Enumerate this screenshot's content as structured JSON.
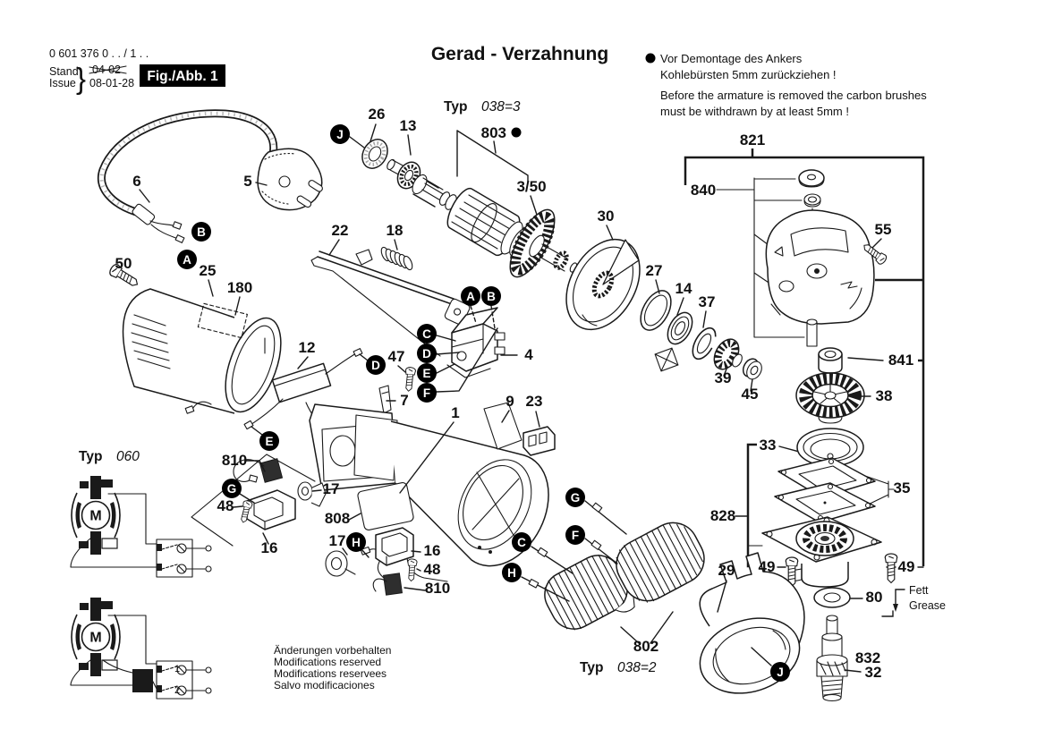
{
  "header": {
    "part_number": "0 601 376 0 . . / 1 . .",
    "stand_label": "Stand",
    "stand_value": "04-02",
    "issue_label": "Issue",
    "issue_value": "08-01-28",
    "brace": "}",
    "fig_label": "Fig./Abb. 1",
    "title": "Gerad - Verzahnung"
  },
  "note": {
    "de1": "Vor Demontage des Ankers",
    "de2": "Kohlebürsten 5mm zurückziehen !",
    "en1": "Before the armature is removed the carbon brushes",
    "en2": "must be withdrawn by at least 5mm !"
  },
  "footer": {
    "l1": "Änderungen vorbehalten",
    "l2": "Modifications reserved",
    "l3": "Modifications reservees",
    "l4": "Salvo modificaciones"
  },
  "typ": {
    "label": "Typ",
    "v060": "060",
    "v038_3": "038=3",
    "v038_2": "038=2"
  },
  "grease": {
    "de": "Fett",
    "en": "Grease"
  },
  "motor": {
    "symbol": "M",
    "t1": "1",
    "t2": "2"
  },
  "callouts": {
    "A": "A",
    "B": "B",
    "C": "C",
    "D": "D",
    "E": "E",
    "F": "F",
    "G": "G",
    "H": "H",
    "J": "J"
  },
  "parts": {
    "p1": "1",
    "p4": "4",
    "p5": "5",
    "p6": "6",
    "p7": "7",
    "p9": "9",
    "p12": "12",
    "p13": "13",
    "p14": "14",
    "p16": "16",
    "p17": "17",
    "p18": "18",
    "p22": "22",
    "p23": "23",
    "p25": "25",
    "p26": "26",
    "p27": "27",
    "p29": "29",
    "p30": "30",
    "p32": "32",
    "p33": "33",
    "p35": "35",
    "p37": "37",
    "p38": "38",
    "p39": "39",
    "p45": "45",
    "p47": "47",
    "p48": "48",
    "p49": "49",
    "p50": "50",
    "p55": "55",
    "p80": "80",
    "p180": "180",
    "p802": "802",
    "p803": "803",
    "p808": "808",
    "p810": "810",
    "p821": "821",
    "p828": "828",
    "p832": "832",
    "p840": "840",
    "p841": "841",
    "p3_50": "3/50"
  },
  "colors": {
    "ink": "#1a1a1a",
    "paper": "#ffffff"
  }
}
